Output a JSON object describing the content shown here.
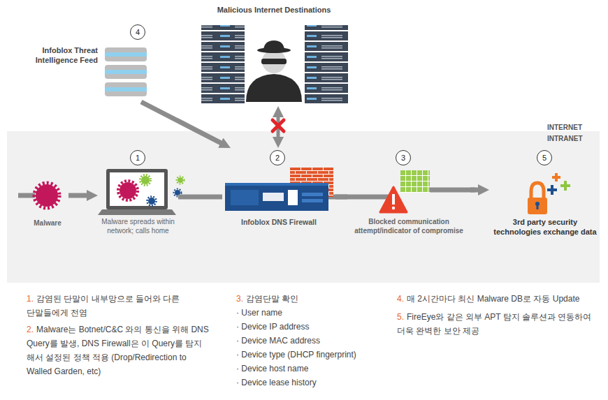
{
  "diagram": {
    "nodes": [
      {
        "text": [
          "Malicious Internet Destinations"
        ]
      },
      {
        "text": [
          "Infoblox Threat Intelligence Feed"
        ]
      },
      {
        "text": [
          "Malware"
        ]
      },
      {
        "text": [
          "Malware spreads within network; calls home"
        ]
      },
      {
        "text": [
          "Infoblox DNS Firewall"
        ]
      },
      {
        "text": [
          "Blocked communication attempt/indicator of compromise"
        ]
      },
      {
        "text": [
          "3rd party security technologies exchange data"
        ]
      }
    ],
    "edges": [
      {
        "from": 2,
        "to": 3,
        "arrow": "to"
      },
      {
        "from": 3,
        "to": 4,
        "arrow": "none"
      },
      {
        "from": 4,
        "to": 5,
        "arrow": "none"
      },
      {
        "from": 5,
        "to": 6,
        "arrow": "to"
      },
      {
        "from": 1,
        "to": 4,
        "arrow": "to"
      },
      {
        "from": 0,
        "to": 4,
        "arrow": "both"
      }
    ],
    "labels": [
      "4",
      "INTERNET",
      "INTRANET",
      "1",
      "2",
      "3",
      "5",
      "1.",
      "감염된 단말이 내부망으로 들어와 다른 단말들에게 전염",
      "2.",
      "Malware는 Botnet/C&C 와의 통신을 위해 DNS Query를 발생, DNS Firewall은 이 Query를 탐지해서 설정된 정책 적용 (Drop/Redirection to Walled Garden, etc)",
      "3.",
      "감염단말 확인",
      "· User name",
      "· Device IP address",
      "· Device MAC address",
      "· Device type (DHCP fingerprint)",
      "· Device host name",
      "· Device lease history",
      "4.",
      "매 2시간마다 최신 Malware DB로 자동 Update",
      "5.",
      "FireEye와 같은 외부 APT 탐지 솔루션과 연동하여 더욱 완벽한 보안 제공"
    ]
  }
}
